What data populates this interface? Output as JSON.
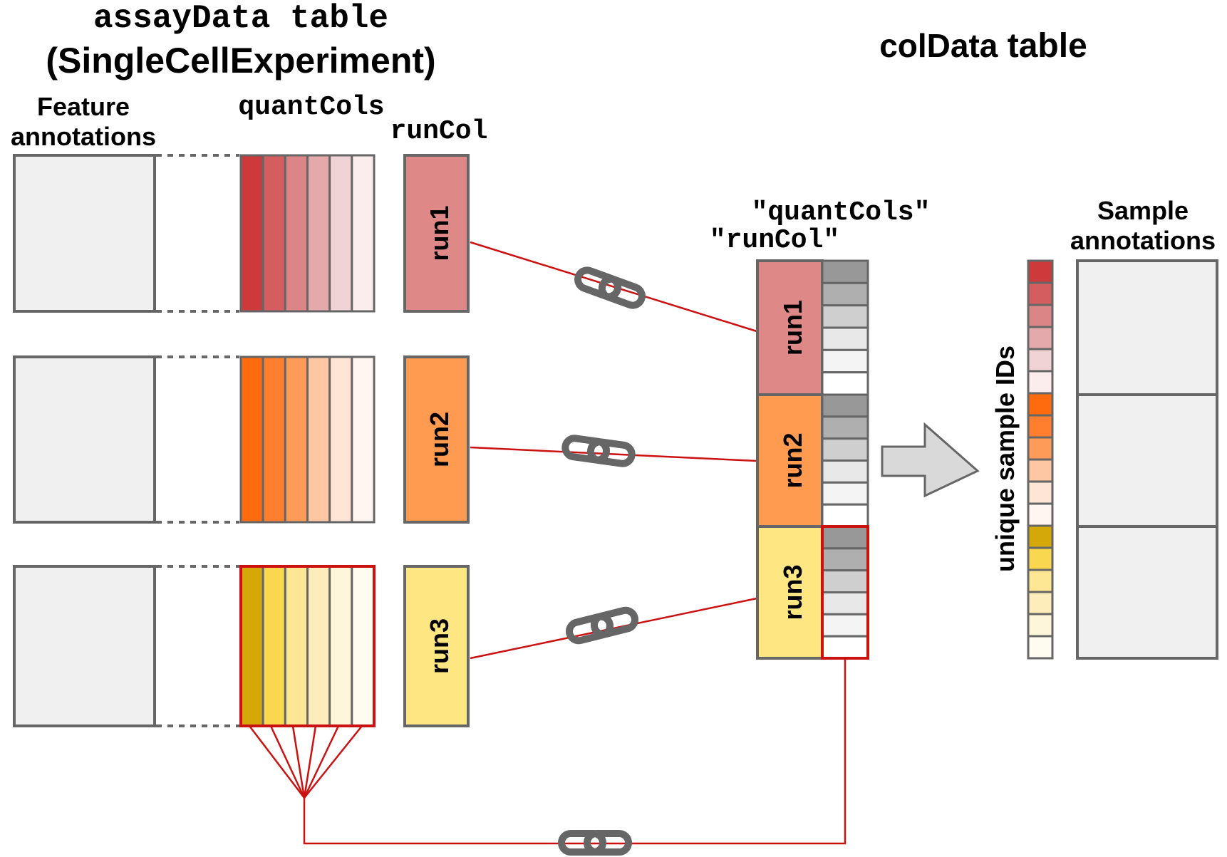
{
  "titles": {
    "assay_line1": "assayData table",
    "assay_line2": "(SingleCellExperiment)",
    "coldata_code": "colData",
    "coldata_word": "table"
  },
  "labels": {
    "feature_line1": "Feature",
    "feature_line2": "annotations",
    "quantcols": "quantCols",
    "runcol": "runCol",
    "quantcols_quoted": "\"quantCols\"",
    "runcol_quoted": "\"runCol\"",
    "sample_line1": "Sample",
    "sample_line2": "annotations",
    "unique_ids": "unique sample IDs"
  },
  "runs": [
    {
      "name": "run1",
      "run_color": "#DF8888",
      "quant_colors": [
        "#CC3A3C",
        "#D45E5F",
        "#DB8586",
        "#E4AAAB",
        "#F0D3D4",
        "#FBEDEE"
      ]
    },
    {
      "name": "run2",
      "run_color": "#FF9A51",
      "quant_colors": [
        "#FE6A0E",
        "#FF7F2F",
        "#FE9B59",
        "#FDC7A4",
        "#FFE5D5",
        "#FFF6F1"
      ]
    },
    {
      "name": "run3",
      "run_color": "#FEE683",
      "quant_colors": [
        "#D5A80A",
        "#F9D74F",
        "#FDE795",
        "#FCEDBA",
        "#FEF6DA",
        "#FEFCF1"
      ]
    }
  ],
  "coldata_gray_shades": [
    "#989898",
    "#AFAFAF",
    "#CFCFCF",
    "#E8E8E8",
    "#F4F4F4",
    "#FFFFFF"
  ],
  "colors": {
    "box_fill": "#F0F0F0",
    "border": "#666666",
    "link_line": "#CC1111",
    "chain": "#666666",
    "arrow_fill": "#D9D9D9"
  },
  "icons": {
    "chain": "link-chain-icon",
    "arrow": "right-arrow-icon"
  }
}
